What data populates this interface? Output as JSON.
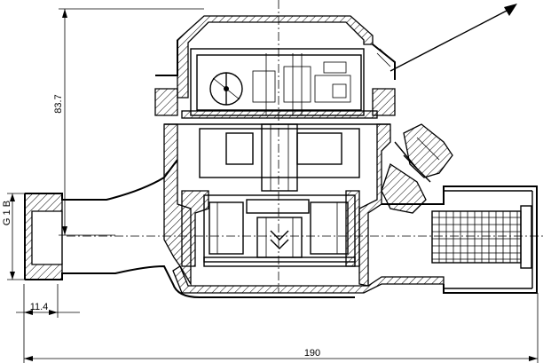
{
  "dimensions": {
    "height": "83.7",
    "thread": "G 1 B",
    "thread_length": "11.4",
    "overall_length": "190"
  },
  "colors": {
    "line": "#000000",
    "background": "#ffffff"
  }
}
